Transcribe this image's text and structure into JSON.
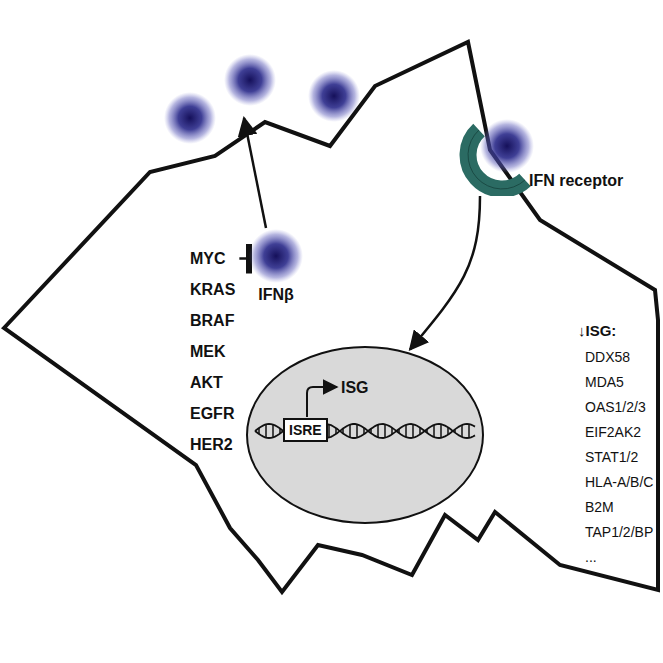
{
  "diagram": {
    "nodes": [
      {
        "text": [
          "MYC",
          "KRAS",
          "BRAF",
          "MEK",
          "AKT",
          "EGFR",
          "HER2"
        ]
      },
      {
        "text": [
          "IFNβ"
        ]
      },
      {
        "text": [
          "IFN receptor"
        ]
      },
      {
        "text": [
          "ISG"
        ]
      },
      {
        "text": [
          "ISRE"
        ],
        "in": 3
      }
    ],
    "edges": [
      {
        "from": 0,
        "to": 1,
        "arrow": "to"
      },
      {
        "from": 2,
        "to": 3,
        "arrow": "to"
      }
    ],
    "labels": [
      "↓ISG:",
      "DDX58",
      "MDA5",
      "OAS1/2/3",
      "EIF2AK2",
      "STAT1/2",
      "HLA-A/B/C",
      "B2M",
      "TAP1/2/BP",
      "..."
    ]
  }
}
